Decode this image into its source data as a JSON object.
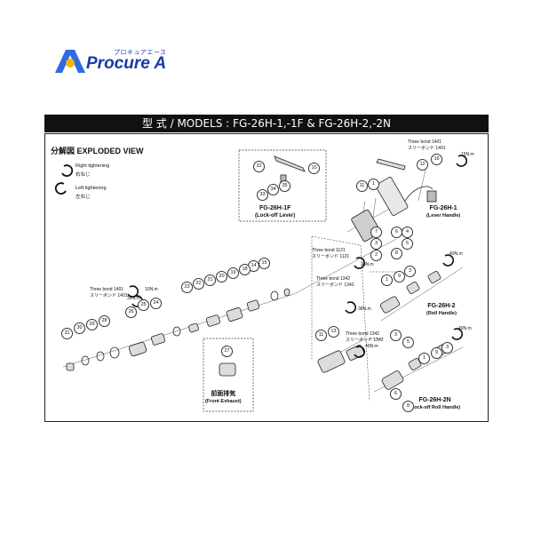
{
  "logo": {
    "name": "Procure A",
    "kana": "プロキュアエース",
    "colors": {
      "text": "#1a3aa8",
      "badge": "#2f6be0",
      "accent": "#f4b400"
    }
  },
  "header": {
    "title": "型 式 / MODELS : FG-26H-1,-1F & FG-26H-2,-2N"
  },
  "diagram": {
    "section_title": "分解図  EXPLODED VIEW",
    "legend": {
      "right_en": "Right tightening",
      "right_jp": "右ねじ",
      "left_en": "Left tightening",
      "left_jp": "左ねじ"
    },
    "models": {
      "m1f_name": "FG-26H-1F",
      "m1f_desc": "(Lock-off Lever)",
      "m1_name": "FG-26H-1",
      "m1_desc": "(Lever Handle)",
      "m2_name": "FG-26H-2",
      "m2_desc": "(Roll Handle)",
      "m2n_name": "FG-26H-2N",
      "m2n_desc": "(Lock-off  Roll Handle)"
    },
    "front_exhaust": {
      "jp": "前面排気",
      "en": "(Front Exhaust)"
    },
    "torques": {
      "t1": "15N.m",
      "t2": "40N.m",
      "t3": "40N.m",
      "t4": "38N.m",
      "t5": "10N.m",
      "t6": "35N.m",
      "t7": "38N.m",
      "t8": "40N.m"
    },
    "threebond": {
      "tb1_en": "Three bond  1401",
      "tb1_jp": "スリーボンド 1401",
      "tb2_en": "Three bond  1121",
      "tb2_jp": "スリーボンド 1121",
      "tb3_en": "Three bond  1342",
      "tb3_jp": "スリーボンド 1342",
      "tb4_en": "Three bond  1401",
      "tb4_jp": "スリーボンド 1401",
      "tb5_en": "Three bond  1342",
      "tb5_jp": "スリーボンド 1342"
    },
    "part_numbers": {
      "p32": "32",
      "p10": "10",
      "p33": "33",
      "p34": "34",
      "p35": "35",
      "p11a": "11",
      "p1a": "1",
      "p12a": "12",
      "p16": "16",
      "p7": "7",
      "p3a": "3",
      "p2": "2",
      "p6": "6",
      "p4": "4",
      "p5": "5",
      "p8": "8",
      "p14": "14",
      "p15": "15",
      "p18": "18",
      "p19": "19",
      "p20": "20",
      "p21": "21",
      "p22": "22",
      "p23": "23",
      "p24": "24",
      "p25": "25",
      "p26": "26",
      "p28": "28",
      "p29": "29",
      "p30": "30",
      "p31": "31",
      "p27": "27",
      "p1b": "1",
      "p9": "9",
      "p3b": "3",
      "p11b": "11",
      "p13": "13",
      "p3c": "3",
      "p5b": "5",
      "p1c": "1",
      "p9b": "9",
      "p3d": "3",
      "p6b": "6",
      "p8b": "8"
    }
  }
}
